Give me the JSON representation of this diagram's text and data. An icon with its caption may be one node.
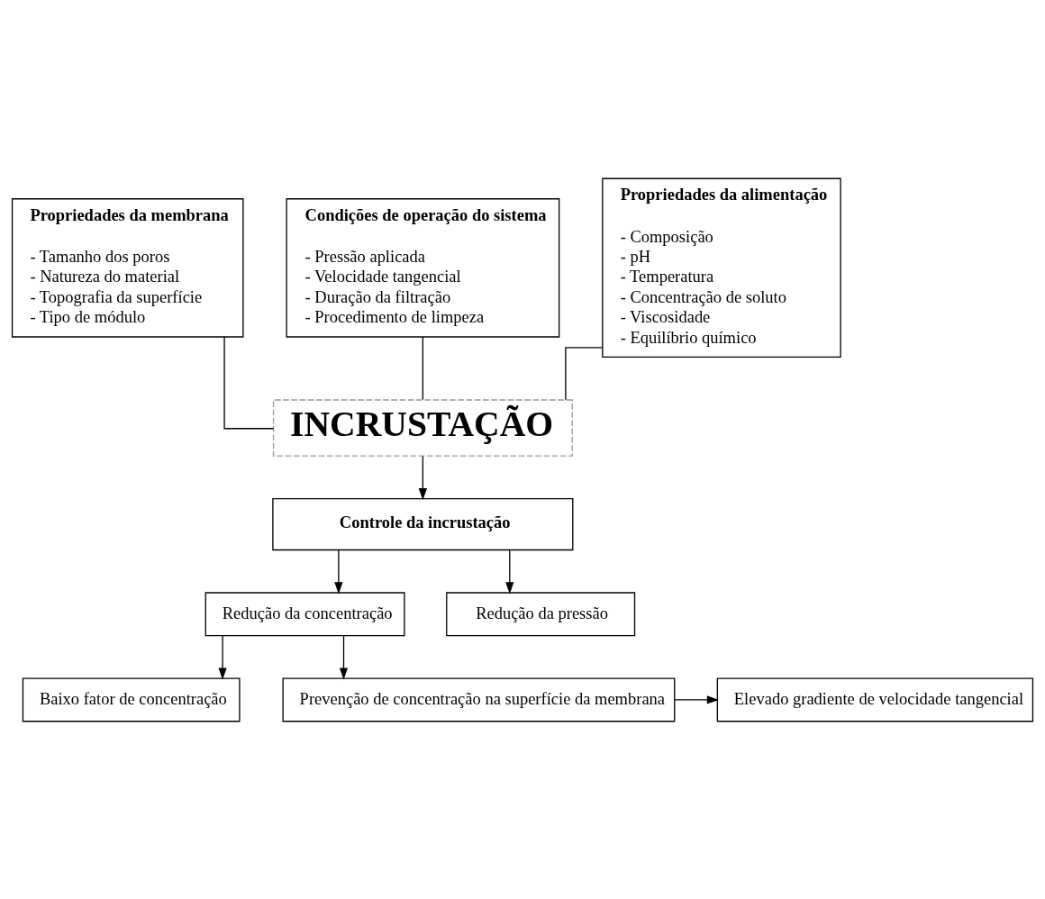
{
  "diagram": {
    "nodes": [
      {
        "text": [
          "Propriedades da membrana",
          "- Tamanho dos poros",
          "- Natureza do material",
          "- Topografia da superfície",
          "- Tipo de módulo"
        ]
      },
      {
        "text": [
          "Condições de operação do sistema",
          "- Pressão aplicada",
          "- Velocidade tangencial",
          "- Duração da filtração",
          "- Procedimento de limpeza"
        ]
      },
      {
        "text": [
          "Propriedades da alimentação",
          "- Composição",
          "- pH",
          "- Temperatura",
          "- Concentração de soluto",
          "- Viscosidade",
          "- Equilíbrio químico"
        ]
      },
      {
        "text": [
          "INCRUSTAÇÃO"
        ]
      },
      {
        "text": [
          "Controle da incrustação"
        ]
      },
      {
        "text": [
          "Redução da concentração"
        ]
      },
      {
        "text": [
          "Redução da pressão"
        ]
      },
      {
        "text": [
          "Baixo fator de concentração"
        ]
      },
      {
        "text": [
          "Prevenção de concentração na superfície da membrana"
        ]
      },
      {
        "text": [
          "Elevado gradiente de velocidade tangencial"
        ]
      }
    ],
    "edges": [
      {
        "from": 0,
        "to": 3,
        "arrow": "none"
      },
      {
        "from": 1,
        "to": 3,
        "arrow": "none"
      },
      {
        "from": 2,
        "to": 3,
        "arrow": "none"
      },
      {
        "from": 3,
        "to": 4,
        "arrow": "to"
      },
      {
        "from": 4,
        "to": 5,
        "arrow": "to"
      },
      {
        "from": 4,
        "to": 6,
        "arrow": "to"
      },
      {
        "from": 5,
        "to": 7,
        "arrow": "to"
      },
      {
        "from": 5,
        "to": 8,
        "arrow": "to"
      },
      {
        "from": 8,
        "to": 9,
        "arrow": "to"
      }
    ]
  }
}
